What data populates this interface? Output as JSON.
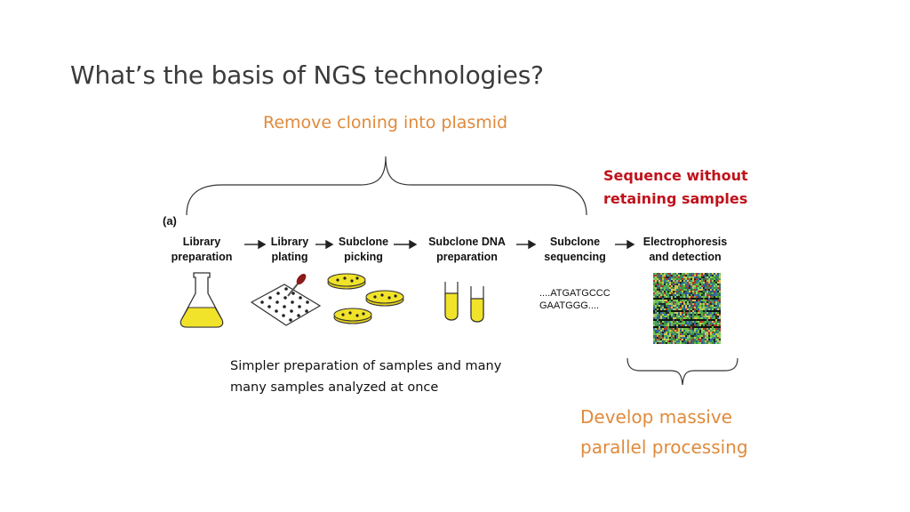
{
  "slide": {
    "title": "What’s the basis of NGS technologies?",
    "top_annotation": "Remove cloning into plasmid",
    "side_annotation_line1": "Sequence without",
    "side_annotation_line2": "retaining samples",
    "bottom_note_line1": "Simpler preparation of samples and many",
    "bottom_note_line2": "many samples analyzed at once",
    "bottom_right_line1": "Develop massive",
    "bottom_right_line2": "parallel processing"
  },
  "figure": {
    "panel_label": "(a)",
    "steps": [
      {
        "line1": "Library",
        "line2": "preparation"
      },
      {
        "line1": "Library",
        "line2": "plating"
      },
      {
        "line1": "Subclone",
        "line2": "picking"
      },
      {
        "line1": "Subclone DNA",
        "line2": "preparation"
      },
      {
        "line1": "Subclone",
        "line2": "sequencing"
      },
      {
        "line1": "Electrophoresis",
        "line2": "and detection"
      }
    ],
    "sequence_line1": "....ATGATGCCC",
    "sequence_line2": "GAATGGG....",
    "colors": {
      "yellow": "#f1e32a",
      "dark_red": "#8b1a1a",
      "orange": "#e08a3c",
      "red": "#c0121b"
    }
  }
}
